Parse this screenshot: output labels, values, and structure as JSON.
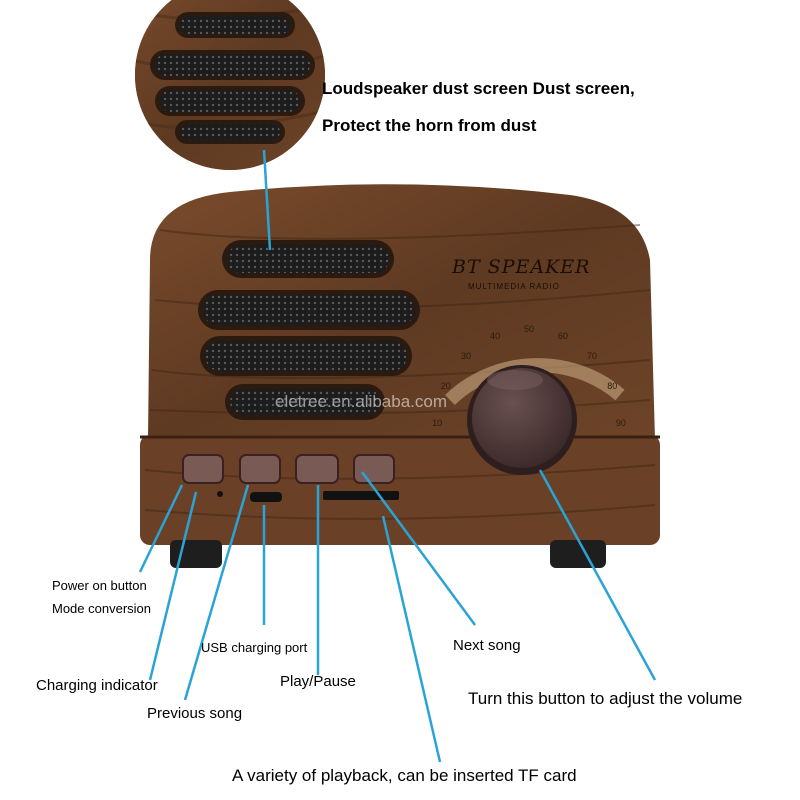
{
  "callouts": {
    "dust_screen_line1": "Loudspeaker dust screen Dust screen,",
    "dust_screen_line2": "Protect the horn from dust",
    "power_button": "Power on button",
    "mode_conversion": "Mode conversion",
    "usb_port": "USB charging port",
    "next_song": "Next song",
    "charging_indicator": "Charging indicator",
    "play_pause": "Play/Pause",
    "volume": "Turn this button to adjust the volume",
    "previous_song": "Previous song",
    "tf_card": "A variety of playback, can be inserted TF card"
  },
  "device": {
    "brand": "BT SPEAKER",
    "subtitle": "MULTIMEDIA RADIO",
    "dial_numbers": [
      "10",
      "20",
      "30",
      "40",
      "50",
      "60",
      "70",
      "80",
      "90"
    ],
    "watermark": "eletree.en.alibaba.com"
  },
  "colors": {
    "wood": "#6b4226",
    "wood_dark": "#3e2414",
    "knob": "#4a3535",
    "button": "#7a5a55",
    "leader": "#2aa3d6"
  }
}
